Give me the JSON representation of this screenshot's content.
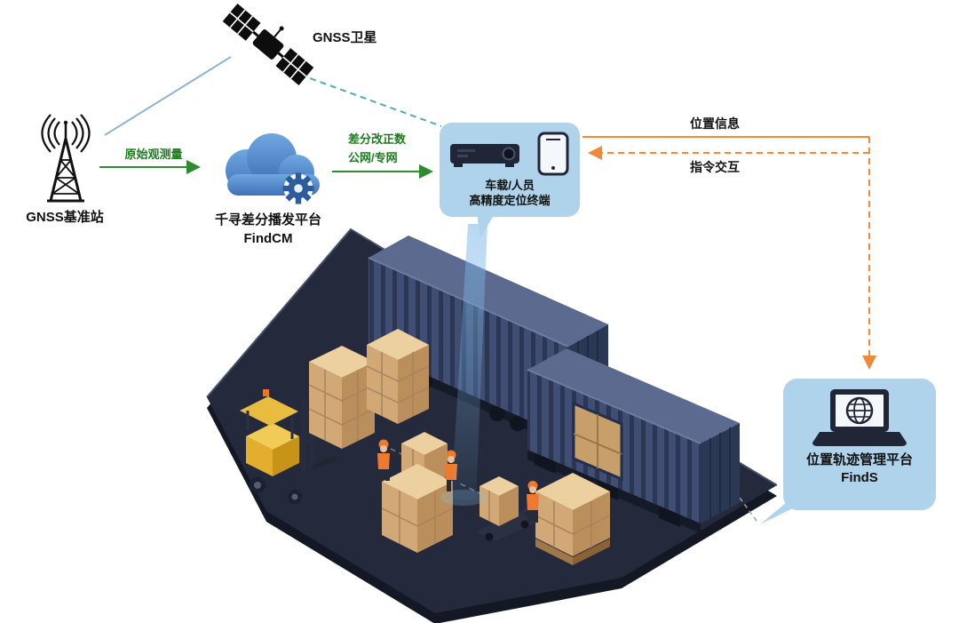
{
  "nodes": {
    "satellite": {
      "label": "GNSS卫星"
    },
    "base_station": {
      "label": "GNSS基准站"
    },
    "cloud": {
      "title": "千寻差分播发平台",
      "subtitle": "FindCM"
    },
    "terminal": {
      "line1": "车载/人员",
      "line2": "高精度定位终端"
    },
    "management": {
      "title": "位置轨迹管理平台",
      "subtitle": "FindS"
    }
  },
  "links": {
    "raw_observation": {
      "label": "原始观测量"
    },
    "correction": {
      "line1": "差分改正数",
      "line2": "公网/专网"
    },
    "position_info": {
      "label": "位置信息"
    },
    "command": {
      "label": "指令交互"
    }
  },
  "colors": {
    "link_green": "#2e8b2e",
    "link_orange": "#ef8a3c",
    "link_teal": "#55a8b8",
    "node_fill": "#aed3ea",
    "cloud_blue": "#4a80c4",
    "gear_blue": "#2d5c9e",
    "platform_dark": "#242a3b",
    "container_blue": "#3f4e72",
    "carton_tan": "#d2a976",
    "background": "#ffffff"
  }
}
